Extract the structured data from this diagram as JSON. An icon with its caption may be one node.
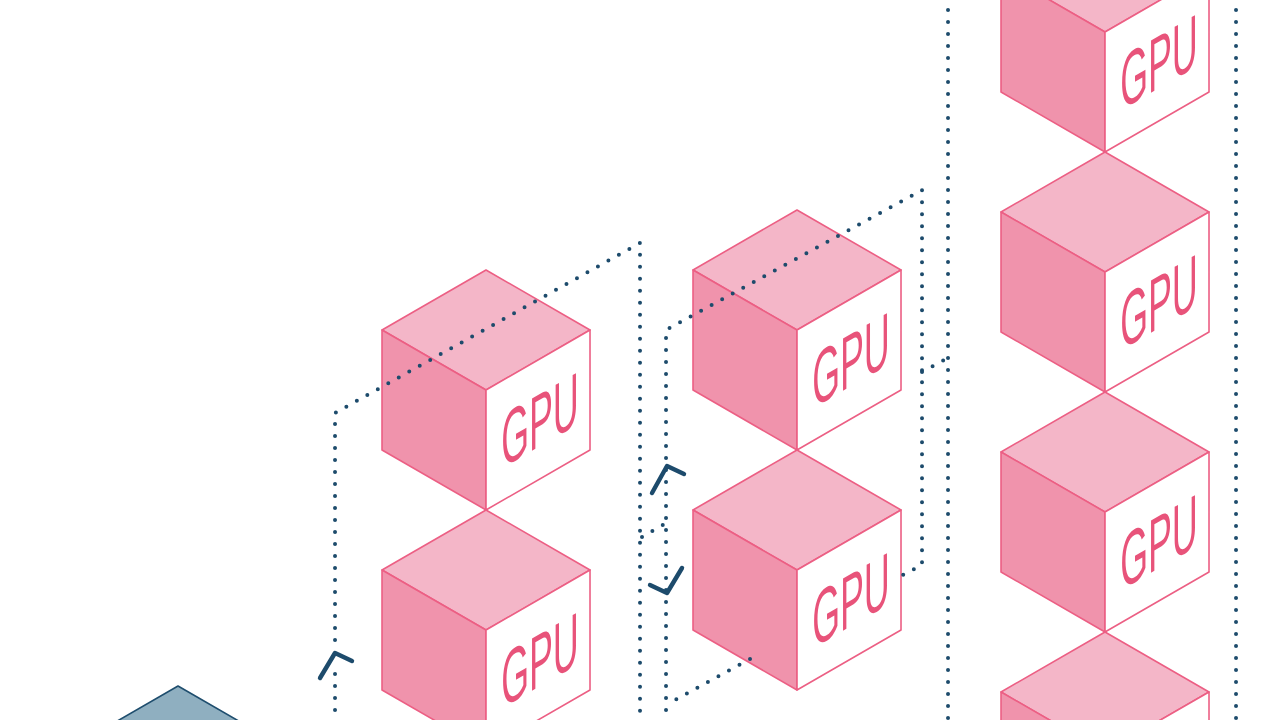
{
  "diagram": {
    "nodes": [
      {
        "text": [],
        "shape": "cube"
      },
      {
        "text": [
          "GPU"
        ]
      },
      {
        "text": [
          "GPU"
        ]
      },
      {
        "text": [
          "GPU"
        ]
      },
      {
        "text": [
          "GPU"
        ]
      },
      {
        "text": [
          "GPU"
        ]
      },
      {
        "text": [
          "GPU"
        ]
      },
      {
        "text": [
          "GPU"
        ]
      },
      {
        "text": [],
        "shape": "cube"
      }
    ]
  }
}
